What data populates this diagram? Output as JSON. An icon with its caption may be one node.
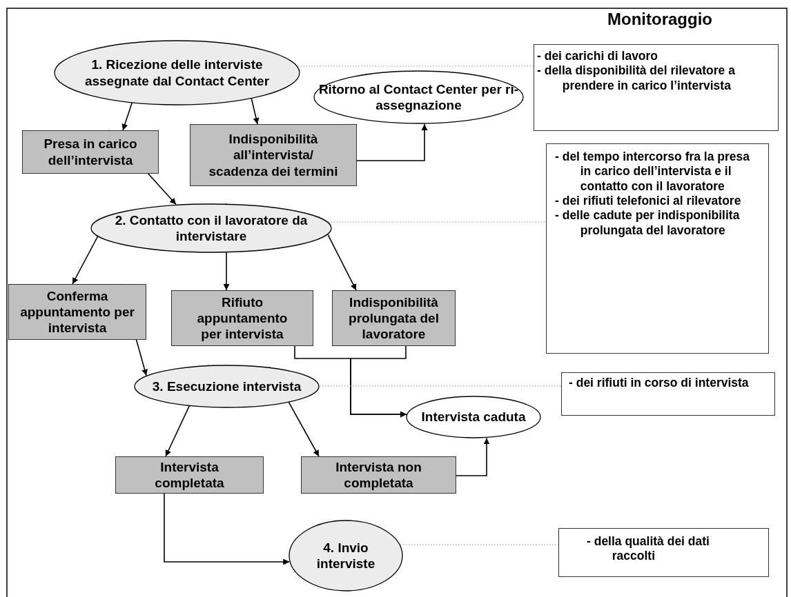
{
  "diagram": {
    "title": "Monitoraggio",
    "nodes": [
      {
        "text": [
          "1. Ricezione delle interviste assegnate dal Contact Center"
        ]
      },
      {
        "text": [
          "Ritorno al Contact Center per ri-assegnazione"
        ]
      },
      {
        "text": [
          "Presa in carico dell’intervista"
        ]
      },
      {
        "text": [
          "Indisponibilità all’intervista/ scadenza dei termini"
        ]
      },
      {
        "text": [
          "2. Contatto con il lavoratore da intervistare"
        ]
      },
      {
        "text": [
          "Conferma appuntamento per intervista"
        ]
      },
      {
        "text": [
          "Rifiuto appuntamento per intervista"
        ]
      },
      {
        "text": [
          "Indisponibilità prolungata del lavoratore"
        ]
      },
      {
        "text": [
          "3. Esecuzione intervista"
        ]
      },
      {
        "text": [
          "Intervista caduta"
        ]
      },
      {
        "text": [
          "Intervista completata"
        ]
      },
      {
        "text": [
          "Intervista non completata"
        ]
      },
      {
        "text": [
          "4. Invio interviste"
        ]
      },
      {
        "text": [
          "- dei carichi di lavoro",
          "- della disponibilità del rilevatore a prendere in carico l’intervista"
        ]
      },
      {
        "text": [
          "- del tempo intercorso fra la presa in carico dell’intervista e il contatto con il lavoratore",
          "- dei rifiuti telefonici al rilevatore",
          "- delle cadute per indisponibilita prolungata del lavoratore"
        ]
      },
      {
        "text": [
          "- dei rifiuti in corso di intervista"
        ]
      },
      {
        "text": [
          "- della qualità dei dati raccolti"
        ]
      }
    ],
    "edges": [
      {
        "from": 0,
        "to": 2,
        "arrow": "to"
      },
      {
        "from": 0,
        "to": 3,
        "arrow": "to"
      },
      {
        "from": 3,
        "to": 1,
        "arrow": "to"
      },
      {
        "from": 2,
        "to": 4,
        "arrow": "to"
      },
      {
        "from": 4,
        "to": 5,
        "arrow": "to"
      },
      {
        "from": 4,
        "to": 6,
        "arrow": "to"
      },
      {
        "from": 4,
        "to": 7,
        "arrow": "to"
      },
      {
        "from": 5,
        "to": 8,
        "arrow": "to"
      },
      {
        "from": 6,
        "to": 9,
        "arrow": "to"
      },
      {
        "from": 7,
        "to": 9,
        "arrow": "to"
      },
      {
        "from": 8,
        "to": 10,
        "arrow": "to"
      },
      {
        "from": 8,
        "to": 11,
        "arrow": "to"
      },
      {
        "from": 11,
        "to": 9,
        "arrow": "to"
      },
      {
        "from": 10,
        "to": 12,
        "arrow": "to"
      },
      {
        "from": 0,
        "to": 13,
        "arrow": "none",
        "style": "dashed",
        "color": "#888888"
      },
      {
        "from": 4,
        "to": 14,
        "arrow": "none",
        "style": "dashed",
        "color": "#888888"
      },
      {
        "from": 8,
        "to": 15,
        "arrow": "none",
        "style": "dashed",
        "color": "#888888"
      },
      {
        "from": 12,
        "to": 16,
        "arrow": "none",
        "style": "dashed",
        "color": "#888888"
      }
    ]
  }
}
